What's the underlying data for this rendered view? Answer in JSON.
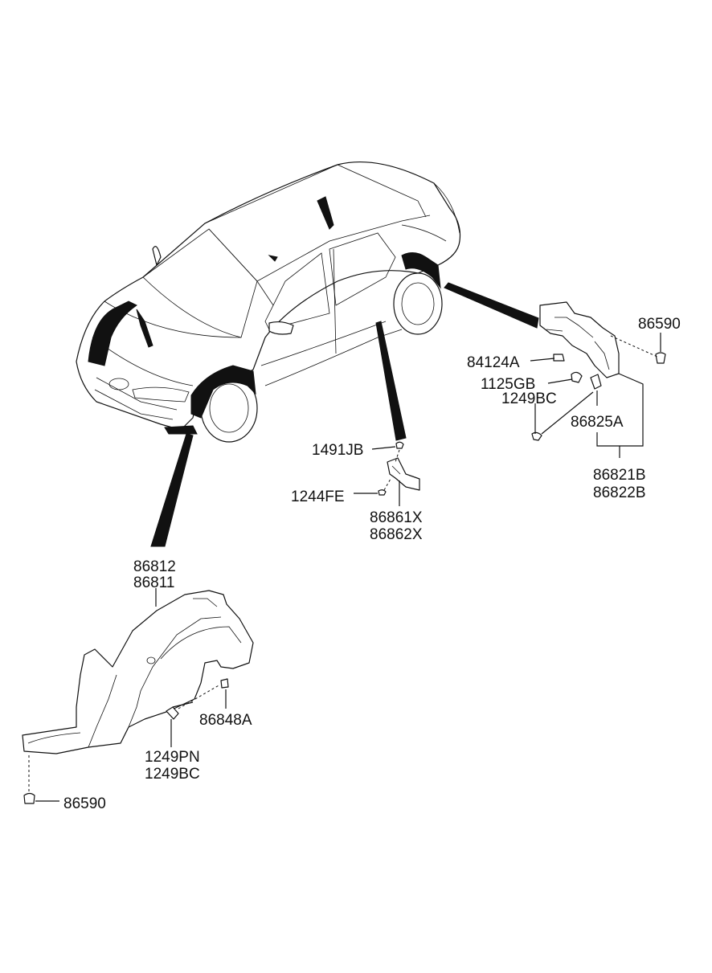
{
  "callouts": {
    "front_liner": {
      "line1": "86812",
      "line2": "86811"
    },
    "front_liner_clip": "86590",
    "front_liner_nut": "86848A",
    "front_liner_screw": {
      "line1": "1249PN",
      "line2": "1249BC"
    },
    "sill_clip": "1491JB",
    "sill_screw": "1244FE",
    "sill_guard": {
      "line1": "86861X",
      "line2": "86862X"
    },
    "rear_clip": "86590",
    "rear_nut": "84124A",
    "rear_bolt": "1125GB",
    "rear_screw": "1249BC",
    "rear_bracket": "86825A",
    "rear_liner": {
      "line1": "86821B",
      "line2": "86822B"
    }
  }
}
